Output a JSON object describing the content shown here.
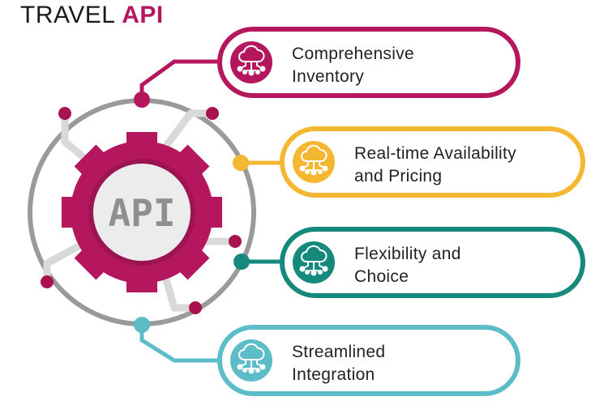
{
  "title": {
    "prefix": "TRAVEL ",
    "accent": "API"
  },
  "hub": {
    "label": "API",
    "icon": "gear-icon"
  },
  "items": [
    {
      "label": "Comprehensive\nInventory",
      "icon": "cloud-network-icon",
      "color": "#b5175f"
    },
    {
      "label": "Real-time Availability\nand Pricing",
      "icon": "cloud-network-icon",
      "color": "#f4b731"
    },
    {
      "label": "Flexibility and\nChoice",
      "icon": "cloud-network-icon",
      "color": "#158a7c"
    },
    {
      "label": "Streamlined\nIntegration",
      "icon": "cloud-network-icon",
      "color": "#5cbcc8"
    }
  ],
  "colors": {
    "gear": "#b5175f",
    "ring": "#9a9a9a",
    "circuit": "#d9d9d9",
    "hub_text": "#8f8f8f"
  }
}
